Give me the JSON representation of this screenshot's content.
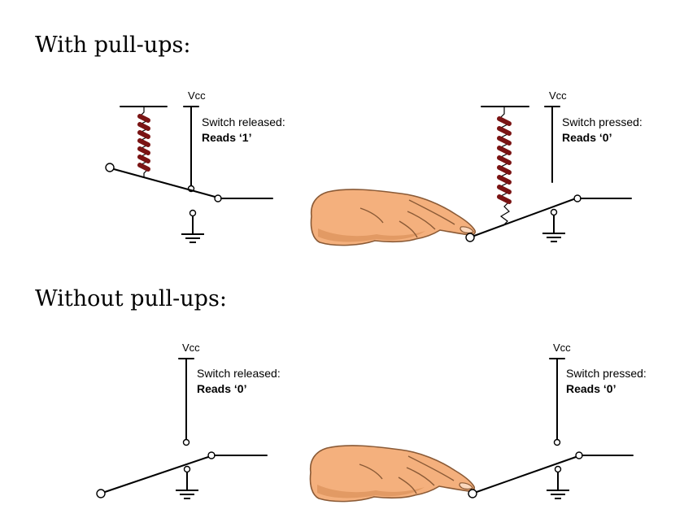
{
  "sections": [
    {
      "heading": "With pull-ups:",
      "released": {
        "vcc": "Vcc",
        "status": "Switch released:",
        "reading": "Reads ‘1’"
      },
      "pressed": {
        "vcc": "Vcc",
        "status": "Switch pressed:",
        "reading": "Reads ‘0’"
      }
    },
    {
      "heading": "Without pull-ups:",
      "released": {
        "vcc": "Vcc",
        "status": "Switch released:",
        "reading": "Reads ‘0’"
      },
      "pressed": {
        "vcc": "Vcc",
        "status": "Switch pressed:",
        "reading": "Reads ‘0’"
      }
    }
  ],
  "colors": {
    "resistor": "#7a1414",
    "skin": "#f4b07d",
    "wire": "#000000"
  }
}
